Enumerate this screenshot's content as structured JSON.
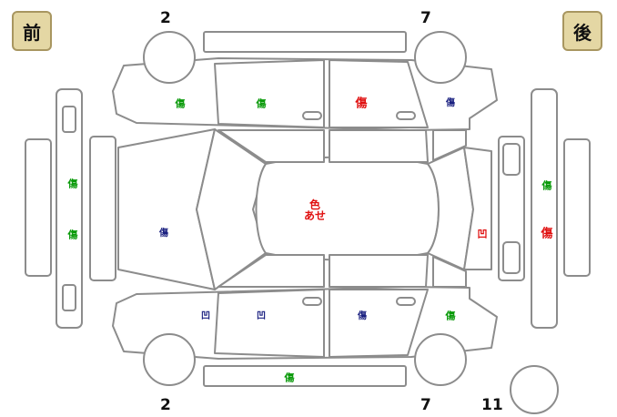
{
  "direction_badges": {
    "front": "前",
    "rear": "後"
  },
  "wheel_numbers": {
    "top_front": "2",
    "top_rear": "7",
    "bottom_front": "2",
    "bottom_rear": "7",
    "spare_tire": "11"
  },
  "colors": {
    "green": "#0a9a0a",
    "red": "#e01010",
    "navy": "#1a2080",
    "outline": "#8c8c8c",
    "badge_fill": "#e4d7a4"
  },
  "marks": {
    "top_front_fender": {
      "text": "傷",
      "color": "green"
    },
    "top_front_door": {
      "text": "傷",
      "color": "green"
    },
    "top_rear_door": {
      "text": "傷",
      "color": "red"
    },
    "top_rear_fender": {
      "text": "傷",
      "color": "navy"
    },
    "front_bumper_upper": {
      "text": "傷",
      "color": "green"
    },
    "front_bumper_lower": {
      "text": "傷",
      "color": "green"
    },
    "hood": {
      "text": "傷",
      "color": "navy"
    },
    "roof_line1": {
      "text": "色",
      "color": "red"
    },
    "roof_line2": {
      "text": "あせ",
      "color": "red"
    },
    "trunk": {
      "text": "凹",
      "color": "red"
    },
    "rear_bumper_upper": {
      "text": "傷",
      "color": "green"
    },
    "rear_bumper_lower": {
      "text": "傷",
      "color": "red"
    },
    "bottom_front_fender": {
      "text": "凹",
      "color": "navy"
    },
    "bottom_front_door": {
      "text": "凹",
      "color": "navy"
    },
    "bottom_rear_door": {
      "text": "傷",
      "color": "navy"
    },
    "bottom_rear_fender": {
      "text": "傷",
      "color": "green"
    },
    "bottom_side_skirt": {
      "text": "傷",
      "color": "green"
    }
  }
}
